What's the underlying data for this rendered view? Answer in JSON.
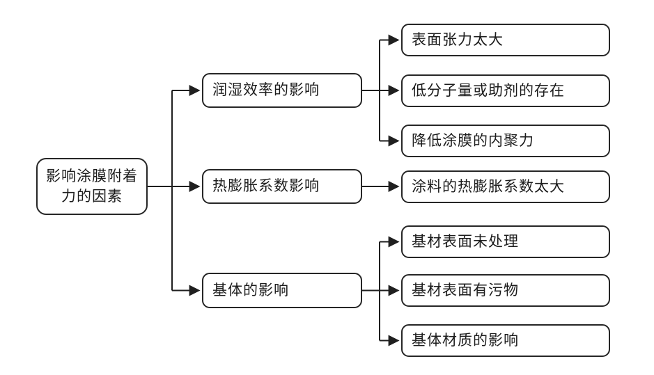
{
  "diagram": {
    "title": "影响涂膜附着力的因素",
    "root": {
      "label": "影响涂膜附着力的因素",
      "line1": "影响涂膜附着",
      "line2": "力的因素"
    },
    "branches": [
      {
        "label": "润湿效率的影响",
        "children": [
          "表面张力太大",
          "低分子量或助剂的存在",
          "降低涂膜的内聚力"
        ]
      },
      {
        "label": "热膨胀系数影响",
        "children": [
          "涂料的热膨胀系数太大"
        ]
      },
      {
        "label": "基体的影响",
        "children": [
          "基材表面未处理",
          "基材表面有污物",
          "基体材质的影响"
        ]
      }
    ],
    "colors": {
      "background": "#ffffff",
      "box_border": "#262626",
      "text": "#1c1c1c",
      "connector_line": "#1f1f1f",
      "arrowhead": "#1f1f1f"
    }
  }
}
